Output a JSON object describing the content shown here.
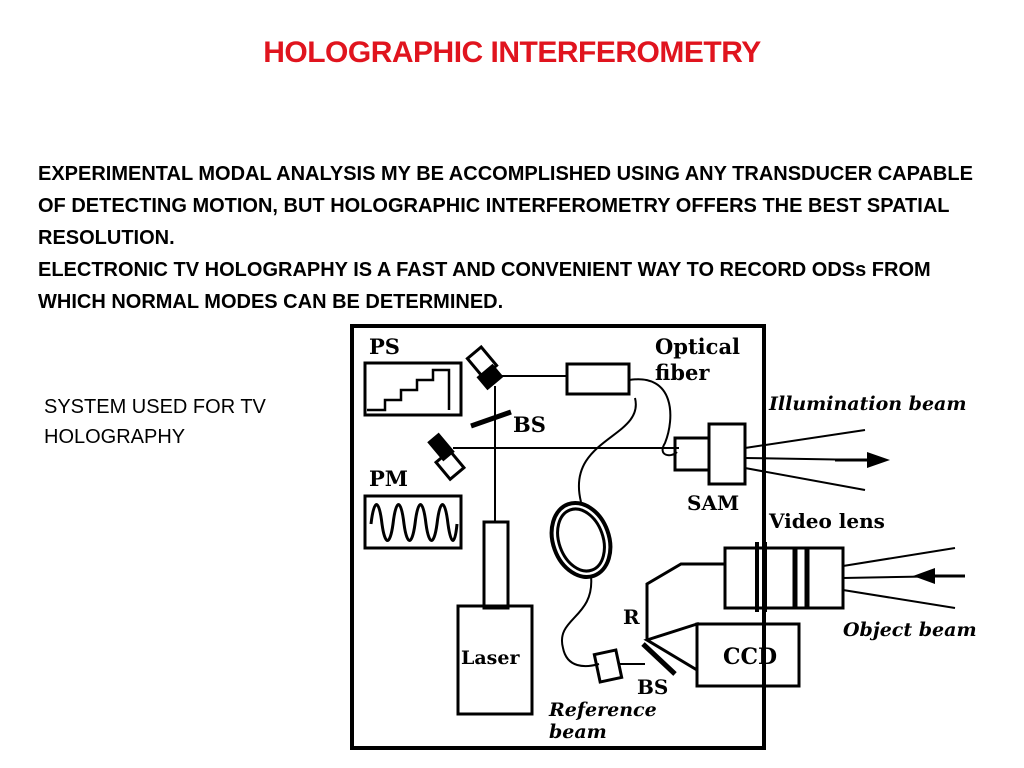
{
  "title": "HOLOGRAPHIC INTERFEROMETRY",
  "paragraphs": [
    "EXPERIMENTAL MODAL ANALYSIS MY BE ACCOMPLISHED USING ANY TRANSDUCER CAPABLE OF DETECTING MOTION, BUT HOLOGRAPHIC INTERFEROMETRY OFFERS THE BEST SPATIAL RESOLUTION.",
    "ELECTRONIC TV HOLOGRAPHY IS A FAST AND CONVENIENT WAY TO RECORD ODSs FROM WHICH NORMAL MODES CAN BE DETERMINED."
  ],
  "caption": "SYSTEM USED FOR TV HOLOGRAPHY",
  "diagram": {
    "labels": {
      "ps": "PS",
      "bs_top": "BS",
      "pm": "PM",
      "optical_fiber_1": "Optical",
      "optical_fiber_2": "fiber",
      "illumination_beam": "Illumination beam",
      "sam": "SAM",
      "video_lens": "Video lens",
      "object_beam": "Object beam",
      "r": "R",
      "ccd": "CCD",
      "laser": "Laser",
      "bs_bottom": "BS",
      "reference_beam_1": "Reference",
      "reference_beam_2": "beam"
    }
  },
  "colors": {
    "title": "#e0141e",
    "text": "#000000"
  }
}
